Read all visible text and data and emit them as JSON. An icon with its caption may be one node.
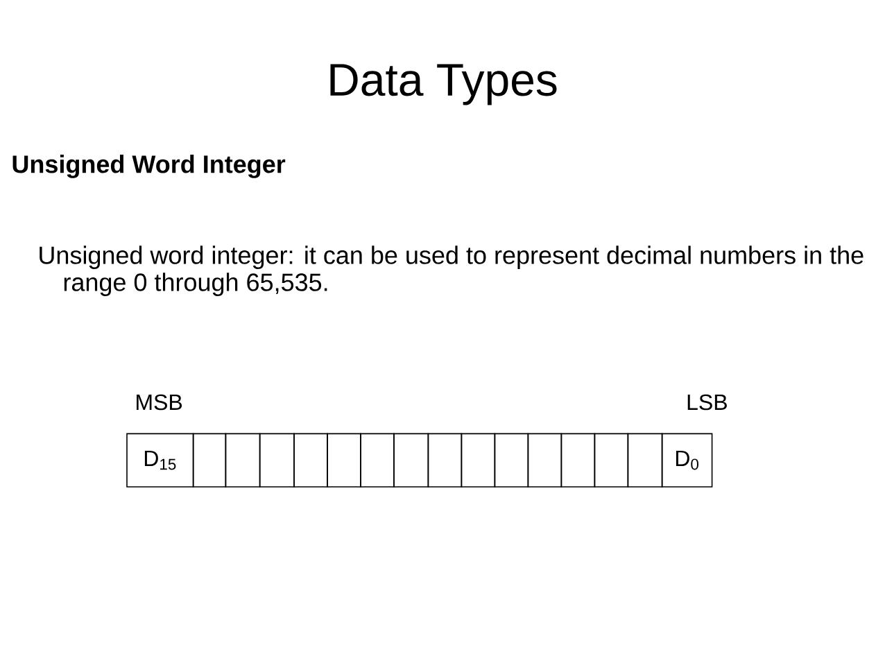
{
  "diagram": {
    "title": "Data Types",
    "nodes": [
      {
        "text": [
          "D$_{15}$"
        ]
      },
      {
        "text": [],
        "shape": "box"
      },
      {
        "text": [],
        "shape": "box"
      },
      {
        "text": [],
        "shape": "box"
      },
      {
        "text": [],
        "shape": "box"
      },
      {
        "text": [],
        "shape": "box"
      },
      {
        "text": [],
        "shape": "box"
      },
      {
        "text": [],
        "shape": "box"
      },
      {
        "text": [],
        "shape": "box"
      },
      {
        "text": [],
        "shape": "box"
      },
      {
        "text": [],
        "shape": "box"
      },
      {
        "text": [],
        "shape": "box"
      },
      {
        "text": [],
        "shape": "box"
      },
      {
        "text": [],
        "shape": "box"
      },
      {
        "text": [],
        "shape": "box"
      },
      {
        "text": [
          "D$_{0}$"
        ]
      }
    ],
    "labels": [
      "Unsigned Word Integer",
      "Unsigned word integer: it can be used to represent decimal numbers in the range 0 through 65,535.",
      "MSB",
      "LSB"
    ]
  }
}
